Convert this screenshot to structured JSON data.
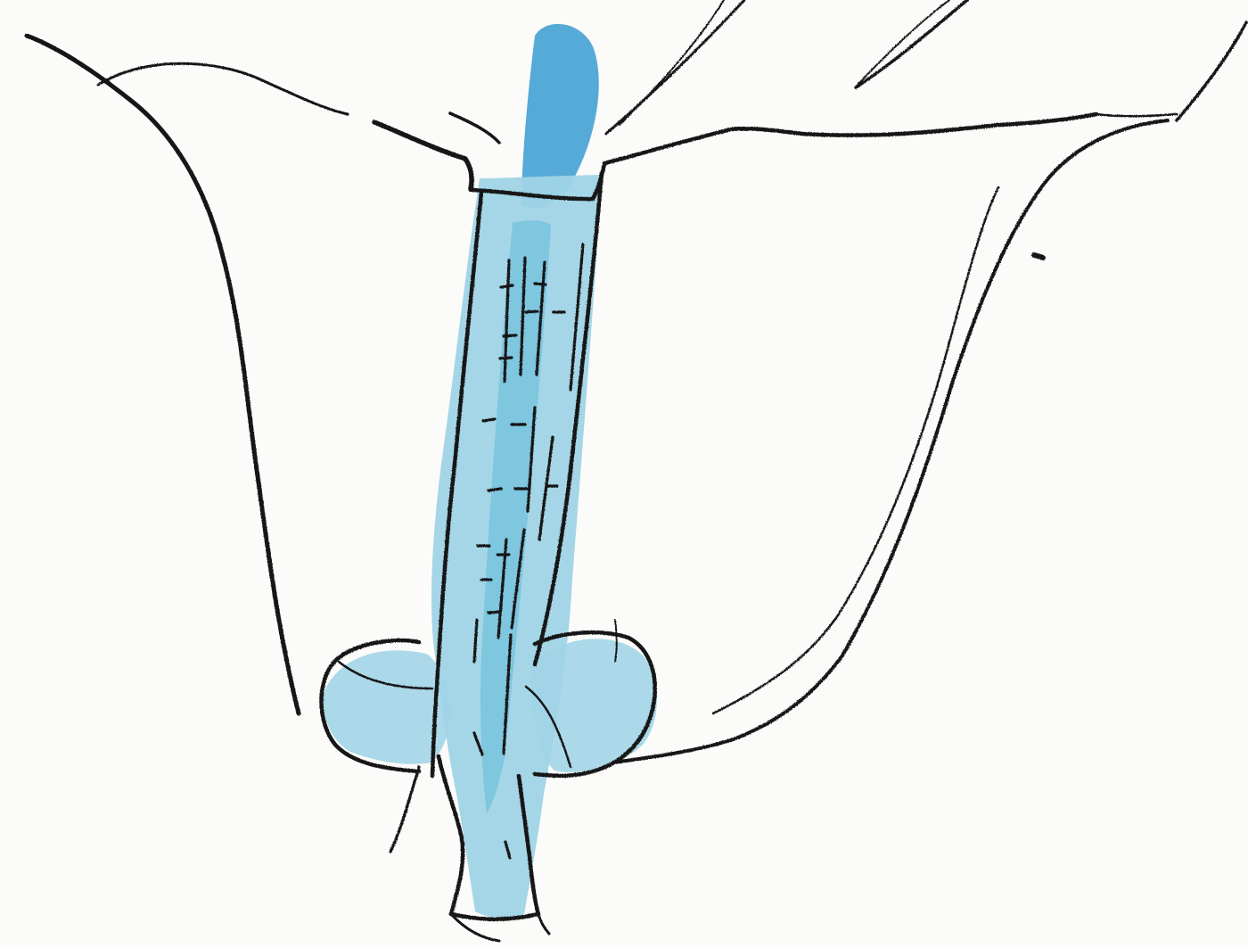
{
  "drawing": {
    "colors": {
      "paper": "#fbfbf9",
      "ink": "#151515",
      "water_light": "#9fd4e6",
      "water_mid": "#6fbfdc",
      "water_dark": "#2f97d0"
    },
    "marks": [
      "outer-silhouette",
      "top-rim",
      "vertical-channel",
      "upper-flow",
      "bottom-bulb",
      "drain-pipe",
      "hatch-marks"
    ]
  }
}
